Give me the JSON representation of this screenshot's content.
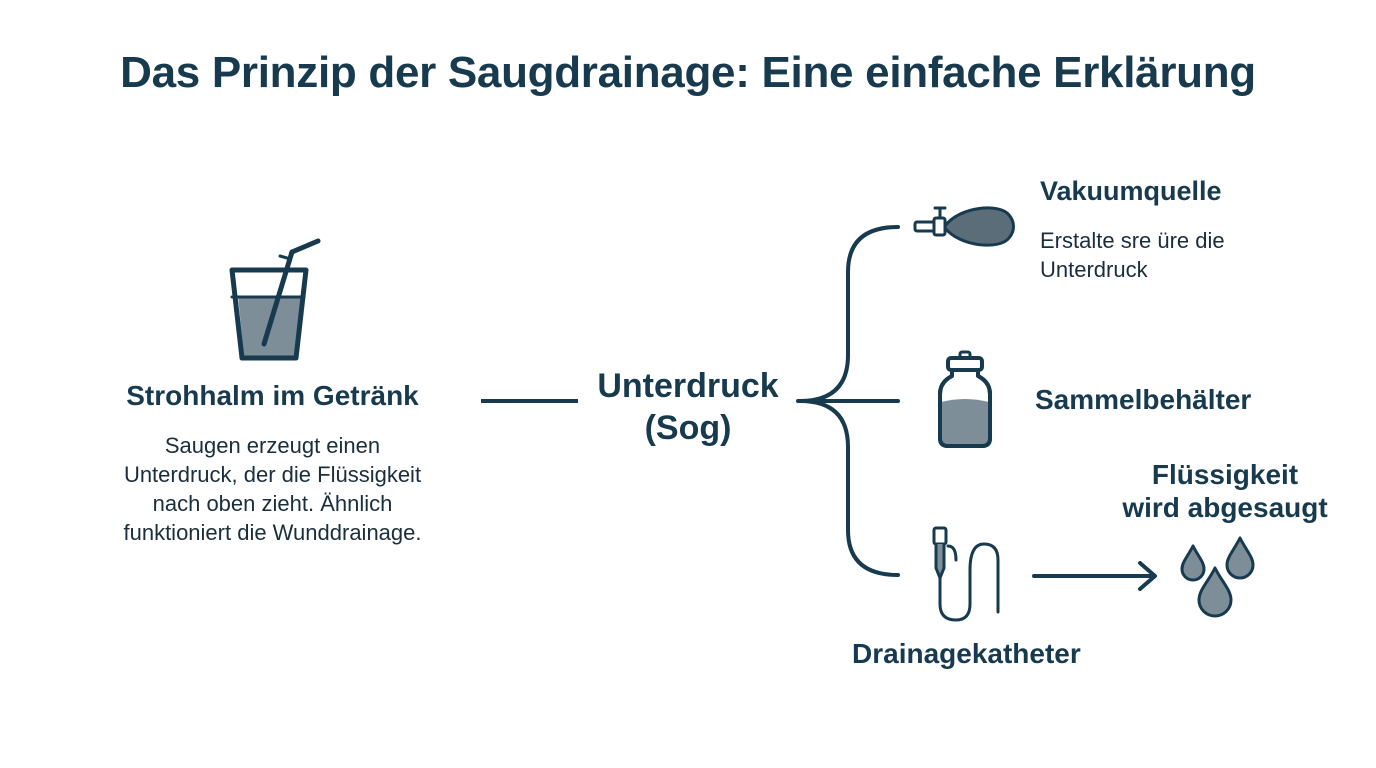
{
  "title": "Das Prinzip der Saugdrainage: Eine einfache Erklärung",
  "colors": {
    "primary": "#173a4e",
    "fill": "#7d8e98",
    "fill_dark": "#5b6d78"
  },
  "left": {
    "icon": "glass-with-straw-icon",
    "title": "Strohhalm im Getränk",
    "description_lines": [
      "Saugen erzeugt einen",
      "Unterdruck, der die Flüssigkeit",
      "nach oben zieht. Ähnlich",
      "funktioniert die Wunddrainage."
    ]
  },
  "center": {
    "label_lines": [
      "Unterdruck",
      "(Sog)"
    ]
  },
  "branches": {
    "vacuum": {
      "icon": "suction-bulb-icon",
      "title": "Vakuumquelle",
      "description_lines": [
        "Erstalte sre üre die",
        "Unterdruck"
      ]
    },
    "container": {
      "icon": "collection-bottle-icon",
      "title": "Sammelbehälter"
    },
    "catheter": {
      "icon": "drainage-catheter-icon",
      "title": "Drainagekatheter"
    }
  },
  "fluid": {
    "icon": "drops-icon",
    "title_lines": [
      "Flüssigkeit",
      "wird abgesaugt"
    ]
  }
}
